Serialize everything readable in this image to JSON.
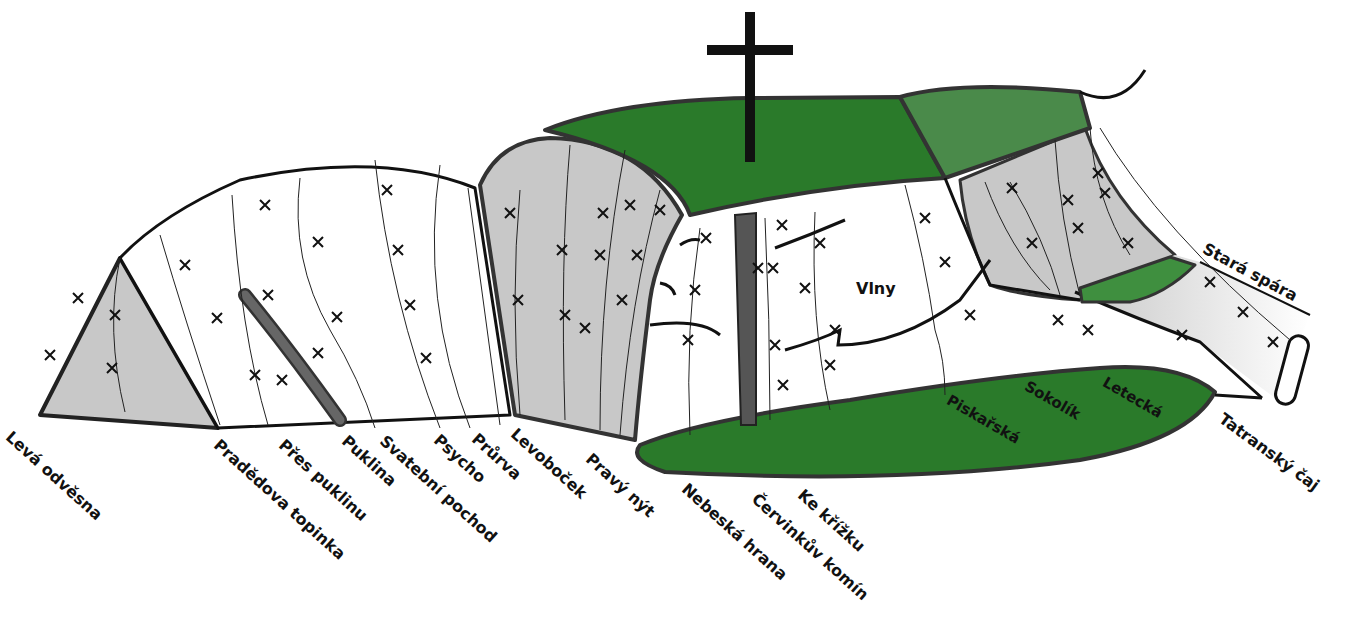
{
  "diagram": {
    "labels": [
      "Levá odvěsna",
      "Pradědova topinka",
      "Přes puklinu",
      "Puklina",
      "Svatební pochod",
      "Psycho",
      "Průrva",
      "Levoboček",
      "Pravý nýt",
      "Nebeská hrana",
      "Červinkův komín",
      "Ke křížku",
      "Vlny",
      "Piskařská",
      "Sokolík",
      "Letecká",
      "Stará spára",
      "Tatranský čaj"
    ]
  }
}
